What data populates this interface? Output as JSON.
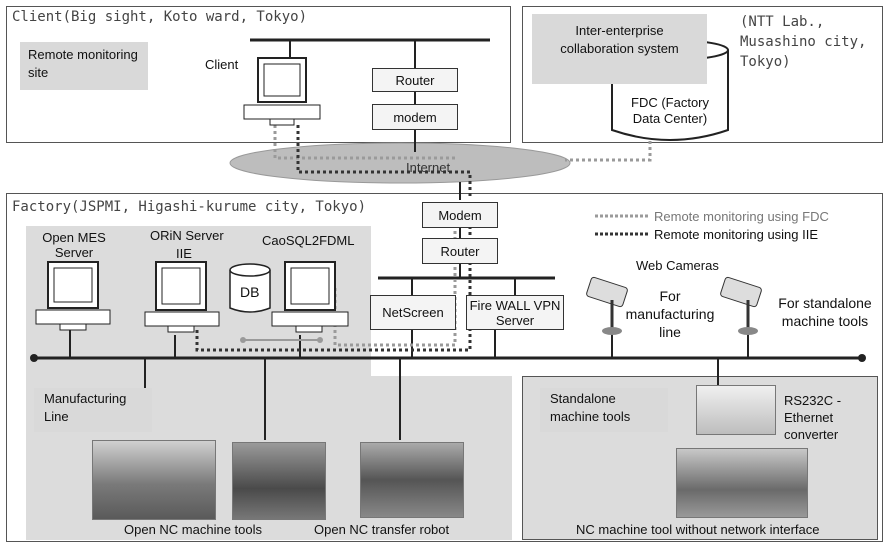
{
  "client": {
    "title": "Client(Big sight, Koto ward, Tokyo)",
    "remote_site": "Remote monitoring site",
    "client_label": "Client",
    "router": "Router",
    "modem": "modem"
  },
  "ntt": {
    "collab_system": "Inter-enterprise collaboration system",
    "location": "(NTT Lab., Musashino city, Tokyo)",
    "fdc": "FDC (Factory Data Center)"
  },
  "internet": {
    "label": "Internet"
  },
  "factory": {
    "title": "Factory(JSPMI, Higashi-kurume city, Tokyo)",
    "modem": "Modem",
    "router": "Router",
    "netscreen": "NetScreen",
    "firewall": "Fire WALL VPN Server",
    "open_mes": "Open MES Server",
    "orin_server": "ORiN Server",
    "iie": "IIE",
    "db": "DB",
    "caosql": "CaoSQL2FDML",
    "legend_fdc": "Remote monitoring using FDC",
    "legend_iie": "Remote monitoring using IIE",
    "web_cameras": "Web Cameras",
    "for_manufacturing": "For manufacturing line",
    "for_standalone": "For standalone machine tools",
    "manufacturing_line": "Manufacturing Line",
    "open_nc_tools": "Open NC machine tools",
    "open_nc_robot": "Open NC transfer robot",
    "standalone_tools": "Standalone machine tools",
    "rs232c": "RS232C -Ethernet converter",
    "nc_no_network": "NC machine tool without network interface"
  },
  "colors": {
    "line": "#222222",
    "fdc_line": "#9a9a9a",
    "iie_line": "#333333",
    "shade": "#d9d9d9",
    "internet": "#bdbdbd"
  }
}
